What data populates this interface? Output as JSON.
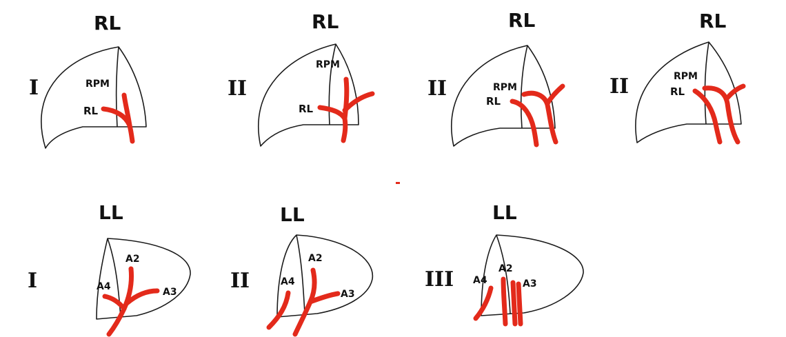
{
  "colors": {
    "vessel": "#e32a1b",
    "outline": "#1a1a1a",
    "background": "#ffffff"
  },
  "top_row": [
    {
      "title": "RL",
      "numeral": "I",
      "labels": {
        "rpm": "RPM",
        "rl": "RL"
      }
    },
    {
      "title": "RL",
      "numeral": "II",
      "labels": {
        "rpm": "RPM",
        "rl": "RL"
      }
    },
    {
      "title": "RL",
      "numeral": "II",
      "labels": {
        "rpm": "RPM",
        "rl": "RL"
      }
    },
    {
      "title": "RL",
      "numeral": "II",
      "labels": {
        "rpm": "RPM",
        "rl": "RL"
      }
    }
  ],
  "bottom_row": [
    {
      "title": "LL",
      "numeral": "I",
      "labels": {
        "a2": "A2",
        "a3": "A3",
        "a4": "A4"
      }
    },
    {
      "title": "LL",
      "numeral": "II",
      "labels": {
        "a2": "A2",
        "a3": "A3",
        "a4": "A4"
      }
    },
    {
      "title": "LL",
      "numeral": "III",
      "labels": {
        "a2": "A2",
        "a3": "A3",
        "a4": "A4"
      }
    }
  ]
}
